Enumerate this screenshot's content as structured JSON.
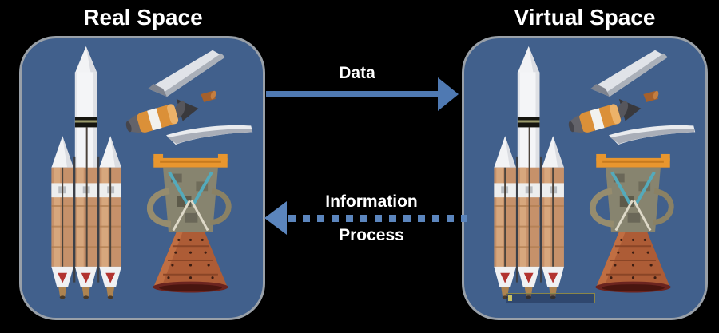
{
  "diagram": {
    "background_color": "#000000",
    "panel_color": "#41608c",
    "panel_border_color": "#99a0a8",
    "solid_arrow_color": "#4f79b2",
    "dashed_arrow_color": "#5b85bd",
    "text_color": "#ffffff"
  },
  "panels": {
    "real": {
      "title": "Real Space",
      "images": [
        "delta-iv-heavy-rocket",
        "payload-fairing-exploded-view",
        "rocket-engine"
      ]
    },
    "virtual": {
      "title": "Virtual Space",
      "images": [
        "delta-iv-heavy-rocket",
        "payload-fairing-exploded-view",
        "rocket-engine"
      ],
      "selection_box_color": "#8a8648"
    }
  },
  "arrows": {
    "data": {
      "label": "Data",
      "direction": "right",
      "style": "solid"
    },
    "information": {
      "label_line1": "Information",
      "label_line2": "Process",
      "direction": "left",
      "style": "dashed"
    }
  }
}
